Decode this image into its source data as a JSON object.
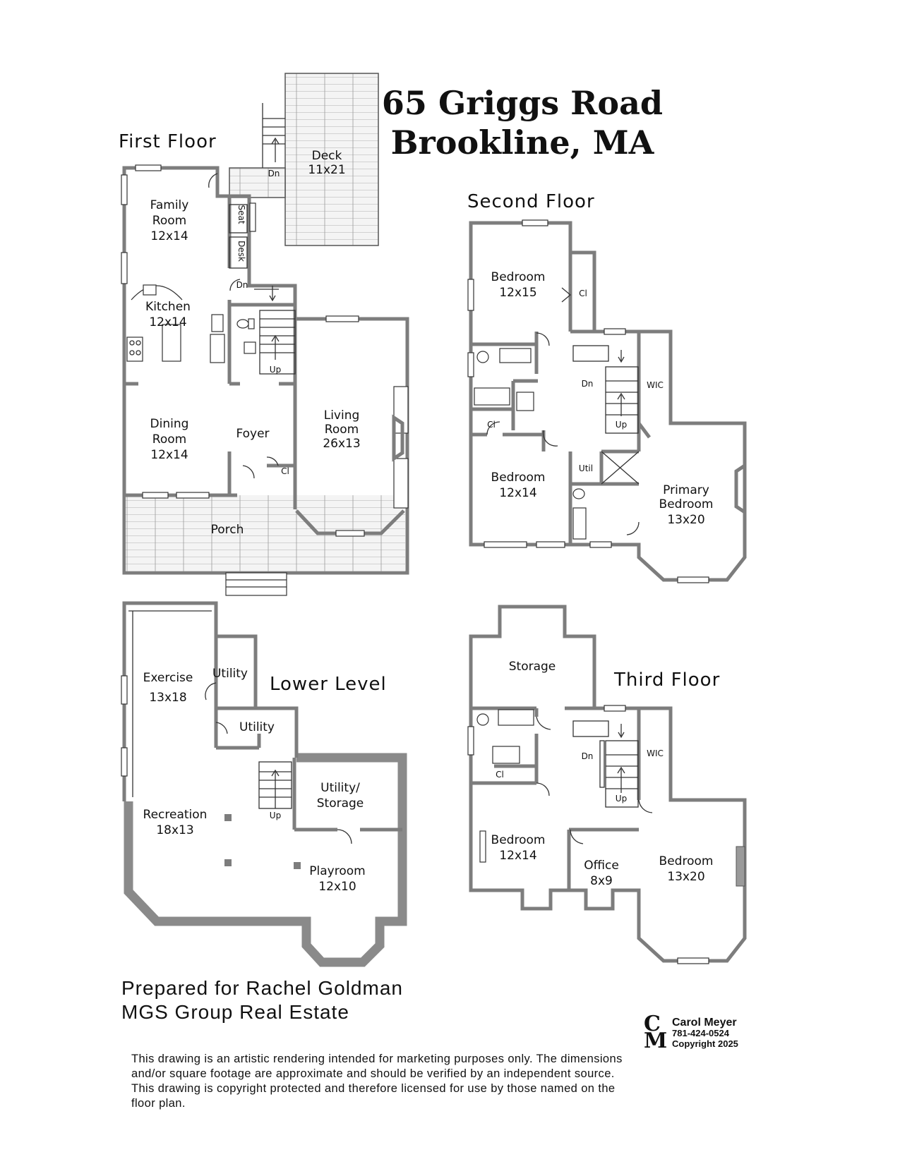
{
  "header": {
    "address_line1": "65 Griggs Road",
    "address_line2": "Brookline, MA"
  },
  "floors": {
    "first": {
      "title": "First Floor",
      "rooms": {
        "family": {
          "name1": "Family",
          "name2": "Room",
          "size": "12x14"
        },
        "kitchen": {
          "name": "Kitchen",
          "size": "12x14"
        },
        "dining": {
          "name1": "Dining",
          "name2": "Room",
          "size": "12x14"
        },
        "foyer": {
          "name": "Foyer"
        },
        "living": {
          "name1": "Living",
          "name2": "Room",
          "size": "26x13"
        },
        "deck": {
          "name": "Deck",
          "size": "11x21"
        },
        "porch": {
          "name": "Porch"
        },
        "closet": "Cl",
        "seat": "Seat",
        "desk": "Desk"
      },
      "stairs": {
        "deck_dn": "Dn",
        "back_dn": "Dn",
        "up": "Up"
      }
    },
    "second": {
      "title": "Second Floor",
      "rooms": {
        "bedroom_a": {
          "name": "Bedroom",
          "size": "12x15"
        },
        "bedroom_b": {
          "name": "Bedroom",
          "size": "12x14"
        },
        "primary": {
          "name1": "Primary",
          "name2": "Bedroom",
          "size": "13x20"
        },
        "closet_a": "Cl",
        "closet_b": "Cl",
        "wic": "WIC",
        "util": "Util"
      },
      "stairs": {
        "dn": "Dn",
        "up": "Up"
      }
    },
    "lower": {
      "title": "Lower Level",
      "rooms": {
        "exercise": {
          "name": "Exercise",
          "size": "13x18"
        },
        "utility_a": "Utility",
        "utility_b": "Utility",
        "utility_storage": {
          "name1": "Utility/",
          "name2": "Storage"
        },
        "recreation": {
          "name": "Recreation",
          "size": "18x13"
        },
        "playroom": {
          "name": "Playroom",
          "size": "12x10"
        }
      },
      "stairs": {
        "up": "Up"
      }
    },
    "third": {
      "title": "Third Floor",
      "rooms": {
        "storage": "Storage",
        "bedroom_a": {
          "name": "Bedroom",
          "size": "12x14"
        },
        "office": {
          "name": "Office",
          "size": "8x9"
        },
        "bedroom_b": {
          "name": "Bedroom",
          "size": "13x20"
        },
        "closet": "Cl",
        "wic": "WIC"
      },
      "stairs": {
        "dn": "Dn",
        "up": "Up"
      }
    }
  },
  "prepared": {
    "line1": "Prepared for Rachel Goldman",
    "line2": "MGS Group Real Estate"
  },
  "brand": {
    "mark_top": "C",
    "mark_bottom": "M",
    "name": "Carol Meyer",
    "phone": "781-424-0524",
    "copyright": "Copyright 2025"
  },
  "disclaimer": {
    "line1": "This drawing is an artistic rendering intended for marketing purposes only.  The dimensions",
    "line2": "and/or square footage are approximate and should be verified by an independent source.",
    "line3": "This drawing is copyright protected and therefore licensed for use by those named on the",
    "line4": "floor plan."
  }
}
